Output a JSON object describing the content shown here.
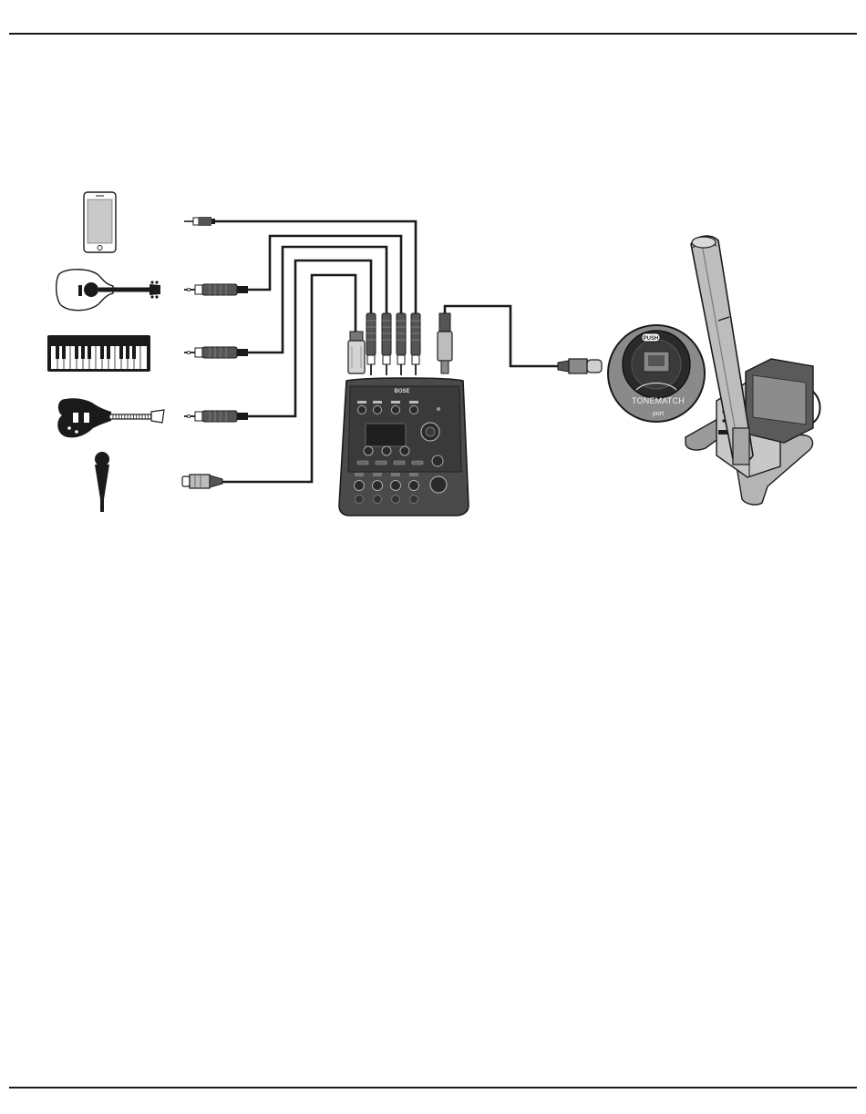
{
  "page": {
    "header_rule": true,
    "footer_rule": true
  },
  "diagram": {
    "sources": [
      {
        "name": "smartphone",
        "icon": "smartphone-icon",
        "cable": "3.5mm TRS"
      },
      {
        "name": "acoustic guitar",
        "icon": "acoustic-guitar-icon",
        "cable": "1/4in TS"
      },
      {
        "name": "keyboard",
        "icon": "keyboard-icon",
        "cable": "1/4in TS"
      },
      {
        "name": "electric guitar",
        "icon": "electric-guitar-icon",
        "cable": "1/4in TS"
      },
      {
        "name": "microphone",
        "icon": "microphone-icon",
        "cable": "XLR"
      }
    ],
    "mixer": {
      "logo": "BOSE"
    },
    "port_callout": {
      "button": "PUSH",
      "brand_line1": "TONEMATCH",
      "brand_line2": "port"
    },
    "colors": {
      "line": "#1a1a1a",
      "mixer_body": "#4a4a4a",
      "mixer_panel": "#3a3a3a",
      "speaker_light": "#c8c8c8",
      "speaker_mid": "#9a9a9a",
      "speaker_dark": "#5a5a5a"
    }
  }
}
